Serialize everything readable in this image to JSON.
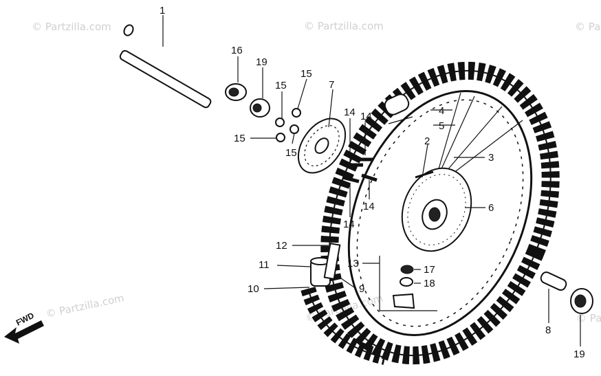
{
  "watermark": "© Partzilla.com",
  "forward_label": "FWD",
  "callouts": [
    "1",
    "2",
    "3",
    "4",
    "5",
    "6",
    "7",
    "8",
    "9",
    "10",
    "11",
    "12",
    "13",
    "14",
    "14",
    "14",
    "14",
    "15",
    "15",
    "15",
    "15",
    "16",
    "17",
    "18",
    "19",
    "19"
  ],
  "colors": {
    "ink": "#111111",
    "watermark": "#d0d0d0",
    "background": "#ffffff"
  }
}
